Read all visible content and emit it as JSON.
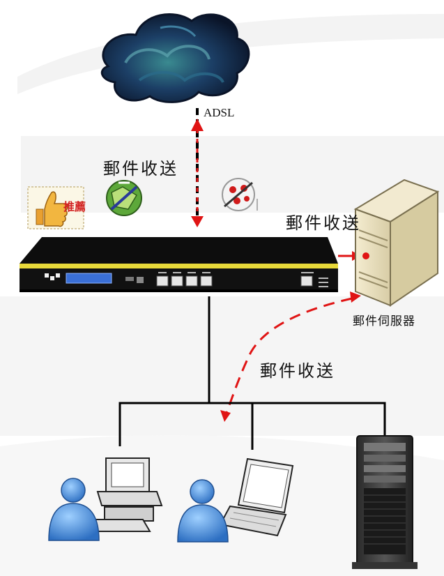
{
  "labels": {
    "adsl": "ADSL",
    "mail_top": "郵件收送",
    "mail_right": "郵件收送",
    "mail_bottom": "郵件收送",
    "mail_server": "郵件伺服器",
    "recommend_badge": "推薦"
  },
  "icons": [
    "cloud-icon",
    "thumbs-up-icon",
    "no-spam-icon",
    "no-virus-icon",
    "router-device-icon",
    "mail-server-icon",
    "desktop-user-icon",
    "laptop-user-icon",
    "rack-server-icon"
  ],
  "colors": {
    "cloud_dark": "#0e1e3a",
    "cloud_teal": "#2f6f7c",
    "device_body": "#111111",
    "device_stripe": "#e8d93a",
    "arrow_red": "#e01414",
    "line": "#000000",
    "user_blue": "#3f86d6"
  }
}
